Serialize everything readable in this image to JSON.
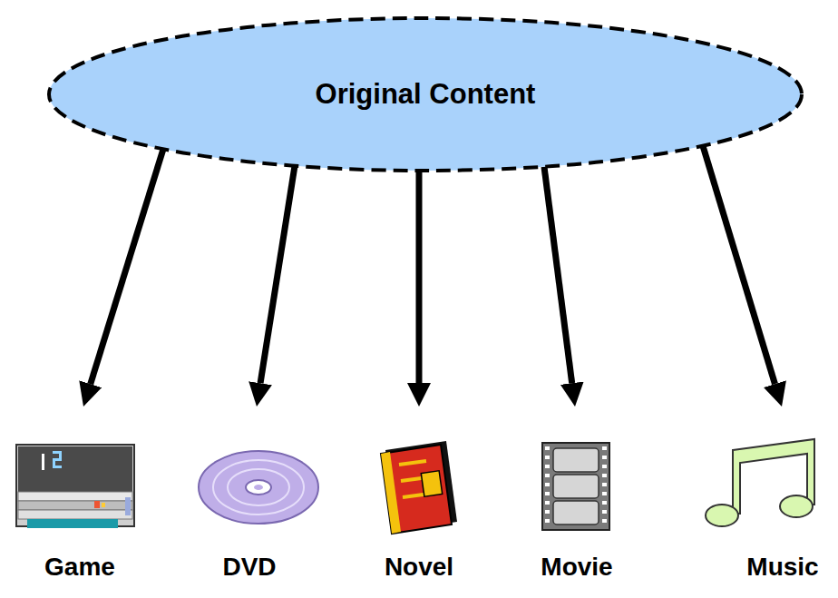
{
  "diagram": {
    "nodes": [
      {
        "text": [
          "Original Content"
        ]
      },
      {
        "text": [
          "Game"
        ]
      },
      {
        "text": [
          "DVD"
        ]
      },
      {
        "text": [
          "Novel"
        ]
      },
      {
        "text": [
          "Movie"
        ]
      },
      {
        "text": [
          "Music"
        ]
      }
    ],
    "edges": [
      {
        "from": 0,
        "to": 1,
        "arrow": "to"
      },
      {
        "from": 0,
        "to": 2,
        "arrow": "to"
      },
      {
        "from": 0,
        "to": 3,
        "arrow": "to"
      },
      {
        "from": 0,
        "to": 4,
        "arrow": "to"
      },
      {
        "from": 0,
        "to": 5,
        "arrow": "to"
      }
    ]
  }
}
